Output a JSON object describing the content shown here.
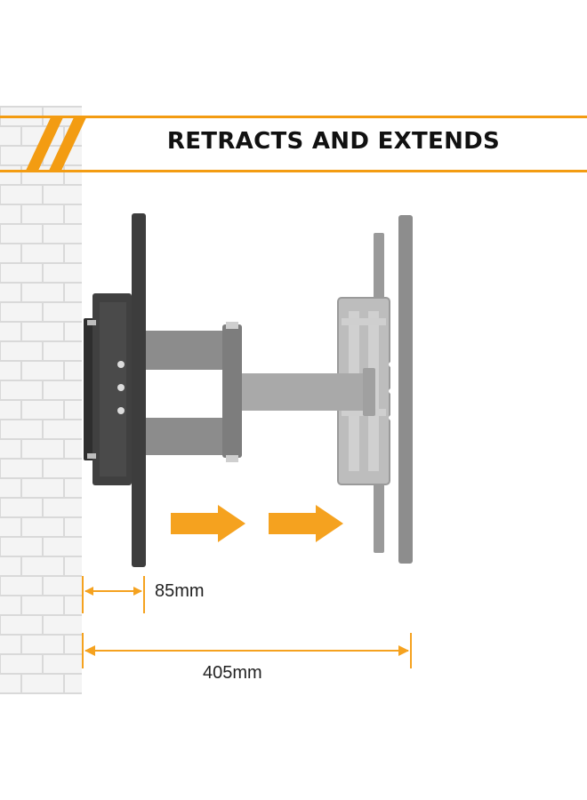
{
  "banner": {
    "title": "RETRACTS AND EXTENDS",
    "accent_color": "#f39c12"
  },
  "dimensions": {
    "retracted": "85mm",
    "extended": "405mm"
  },
  "colors": {
    "mount_dark": "#3a3a3a",
    "mount_mid": "#6e6e6e",
    "mount_light": "#a6a6a6",
    "arrow": "#f5a21f",
    "brick": "#e6e6e6"
  }
}
